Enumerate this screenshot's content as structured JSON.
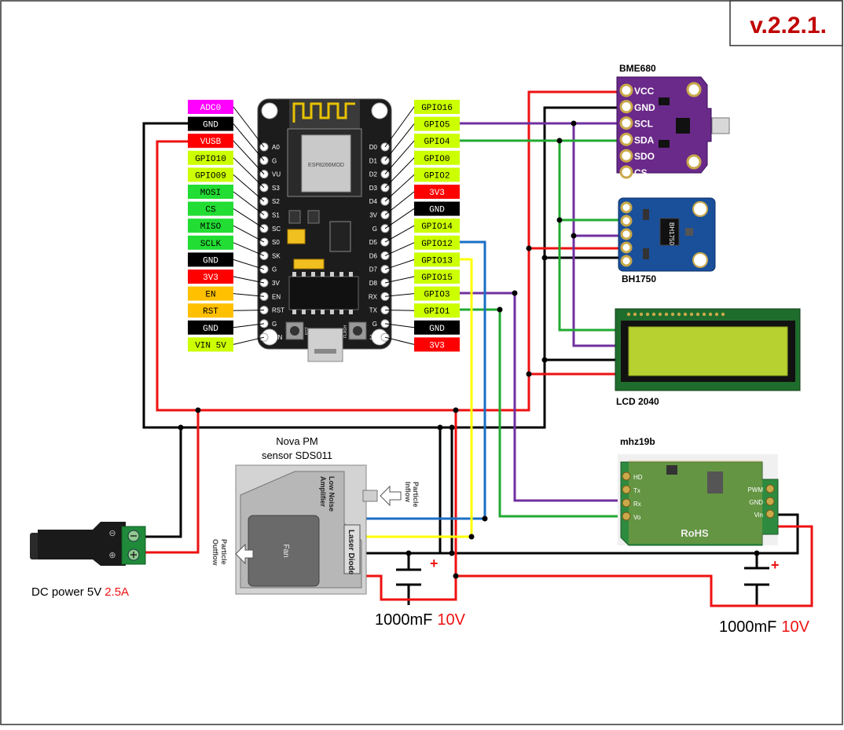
{
  "version": "v.2.2.1.",
  "colors": {
    "magenta": "#ff00ff",
    "black": "#000000",
    "red": "#ff0000",
    "lime": "#ccff00",
    "green": "#22dd33",
    "orange": "#ffc000",
    "wire_red": "#ee1111",
    "wire_green": "#22aa33",
    "wire_blue": "#1a6fc4",
    "wire_purple": "#7030a0",
    "wire_yellow": "#ffff00"
  },
  "mcu": {
    "left_pins": [
      {
        "label": "ADC0",
        "color": "magenta"
      },
      {
        "label": "GND",
        "color": "black"
      },
      {
        "label": "VUSB",
        "color": "red"
      },
      {
        "label": "GPIO10",
        "color": "lime"
      },
      {
        "label": "GPIO09",
        "color": "lime"
      },
      {
        "label": "MOSI",
        "color": "green"
      },
      {
        "label": "CS",
        "color": "green"
      },
      {
        "label": "MISO",
        "color": "green"
      },
      {
        "label": "SCLK",
        "color": "green"
      },
      {
        "label": "GND",
        "color": "black"
      },
      {
        "label": "3V3",
        "color": "red"
      },
      {
        "label": "EN",
        "color": "orange"
      },
      {
        "label": "RST",
        "color": "orange"
      },
      {
        "label": "GND",
        "color": "black"
      },
      {
        "label": "VIN 5V",
        "color": "lime"
      }
    ],
    "right_pins": [
      {
        "label": "GPIO16",
        "color": "lime"
      },
      {
        "label": "GPIO5",
        "color": "lime"
      },
      {
        "label": "GPIO4",
        "color": "lime"
      },
      {
        "label": "GPIO0",
        "color": "lime"
      },
      {
        "label": "GPIO2",
        "color": "lime"
      },
      {
        "label": "3V3",
        "color": "red"
      },
      {
        "label": "GND",
        "color": "black"
      },
      {
        "label": "GPIO14",
        "color": "lime"
      },
      {
        "label": "GPIO12",
        "color": "lime"
      },
      {
        "label": "GPIO13",
        "color": "lime"
      },
      {
        "label": "GPIO15",
        "color": "lime"
      },
      {
        "label": "GPIO3",
        "color": "lime"
      },
      {
        "label": "GPIO1",
        "color": "lime"
      },
      {
        "label": "GND",
        "color": "black"
      },
      {
        "label": "3V3",
        "color": "red"
      }
    ],
    "silk_left": [
      "A0",
      "G",
      "VU",
      "S3",
      "S2",
      "S1",
      "SC",
      "S0",
      "SK",
      "G",
      "3V",
      "EN",
      "RST",
      "G",
      "VIN"
    ],
    "silk_right": [
      "D0",
      "D1",
      "D2",
      "D3",
      "D4",
      "3V",
      "G",
      "D5",
      "D6",
      "D7",
      "D8",
      "RX",
      "TX",
      "G",
      "3V"
    ],
    "chip_text": "ESP8266MOD",
    "rst_label": "RST",
    "flash_label": "FLASH"
  },
  "bme680": {
    "title": "BME680",
    "pins": [
      "VCC",
      "GND",
      "SCL",
      "SDA",
      "SDO",
      "CS"
    ]
  },
  "bh1750": {
    "title": "BH1750",
    "chip": "BH1750"
  },
  "lcd": {
    "title": "LCD 2040"
  },
  "mhz": {
    "title": "mhz19b",
    "left_pins": [
      "HD",
      "Tx",
      "Rx",
      "Vo"
    ],
    "right_pins": [
      "PWM",
      "GND",
      "Vin"
    ],
    "mark": "RoHS"
  },
  "sds": {
    "title_line1": "Nova PM",
    "title_line2": "sensor SDS011",
    "amp": [
      "Low Noise",
      "Amplifier"
    ],
    "inflow": [
      "Particle",
      "Inflow"
    ],
    "outflow": [
      "Particle",
      "Outflow"
    ],
    "fan": "Fan",
    "laser": "Laser Diode"
  },
  "power": {
    "label_black": "DC power  5V",
    "label_red": "2.5A"
  },
  "caps": [
    {
      "value": "1000mF",
      "voltage": "10V",
      "plus": "+"
    },
    {
      "value": "1000mF",
      "voltage": "10V",
      "plus": "+"
    }
  ]
}
